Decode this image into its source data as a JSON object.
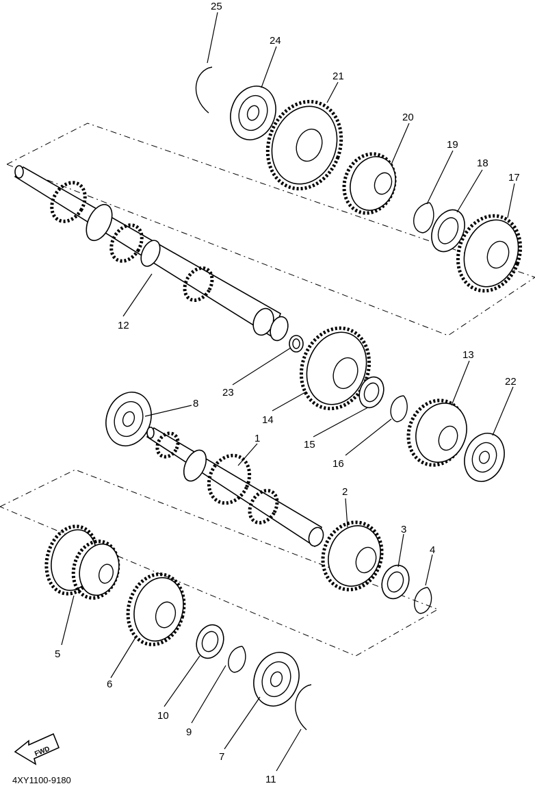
{
  "diagram": {
    "drawing_code": "4XY1100-9180",
    "fwd_label": "FWD",
    "parts": [
      {
        "num": "1",
        "name": "main axle"
      },
      {
        "num": "2",
        "name": "gear"
      },
      {
        "num": "3",
        "name": "washer"
      },
      {
        "num": "4",
        "name": "circlip"
      },
      {
        "num": "5",
        "name": "gear"
      },
      {
        "num": "6",
        "name": "gear"
      },
      {
        "num": "7",
        "name": "bearing"
      },
      {
        "num": "8",
        "name": "bearing"
      },
      {
        "num": "9",
        "name": "circlip"
      },
      {
        "num": "10",
        "name": "washer"
      },
      {
        "num": "11",
        "name": "circlip"
      },
      {
        "num": "12",
        "name": "drive axle"
      },
      {
        "num": "13",
        "name": "gear"
      },
      {
        "num": "14",
        "name": "gear"
      },
      {
        "num": "15",
        "name": "washer"
      },
      {
        "num": "16",
        "name": "circlip"
      },
      {
        "num": "17",
        "name": "gear"
      },
      {
        "num": "18",
        "name": "washer"
      },
      {
        "num": "19",
        "name": "circlip"
      },
      {
        "num": "20",
        "name": "gear"
      },
      {
        "num": "21",
        "name": "gear"
      },
      {
        "num": "22",
        "name": "bearing"
      },
      {
        "num": "23",
        "name": "collar"
      },
      {
        "num": "24",
        "name": "bearing"
      },
      {
        "num": "25",
        "name": "circlip"
      }
    ]
  }
}
